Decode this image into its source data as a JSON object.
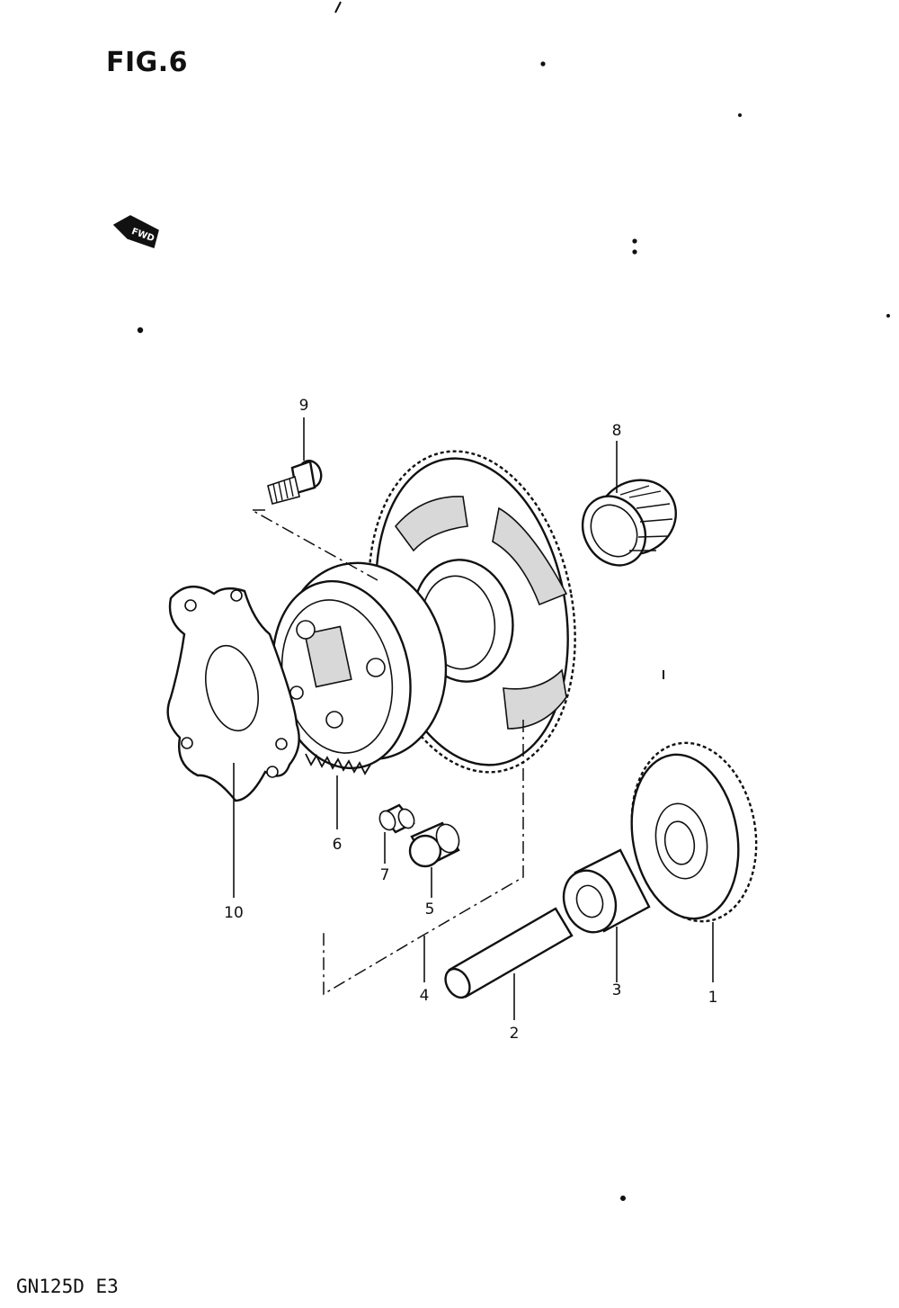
{
  "figure": {
    "title": "FIG.6",
    "fwd_label": "FWD",
    "model_code": "GN125D  E3"
  },
  "parts": [
    {
      "no": "1",
      "part": "driven-gear"
    },
    {
      "no": "2",
      "part": "shaft"
    },
    {
      "no": "3",
      "part": "spacer"
    },
    {
      "no": "4",
      "part": "starter-clutch-gear"
    },
    {
      "no": "5",
      "part": "roller"
    },
    {
      "no": "6",
      "part": "spring"
    },
    {
      "no": "7",
      "part": "push-pin"
    },
    {
      "no": "8",
      "part": "needle-bearing"
    },
    {
      "no": "9",
      "part": "bolt"
    },
    {
      "no": "10",
      "part": "retaining-plate"
    }
  ]
}
